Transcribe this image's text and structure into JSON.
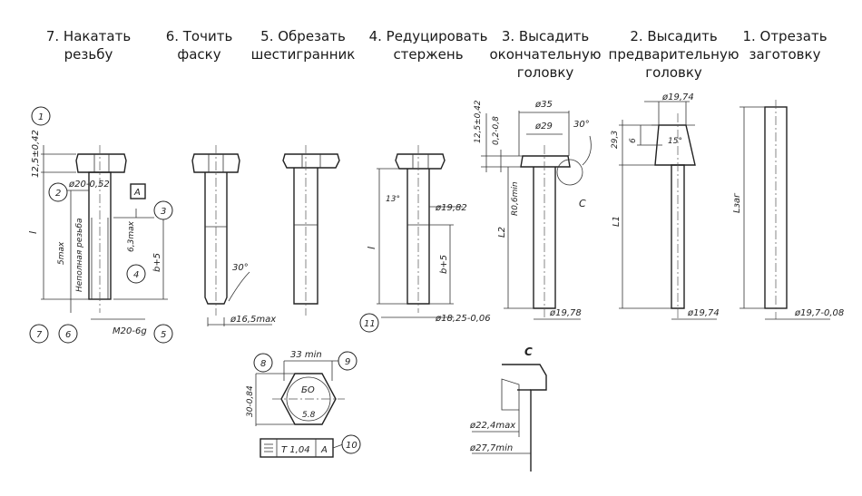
{
  "steps": [
    {
      "line1": "7. Накатать",
      "line2": "резьбу"
    },
    {
      "line1": "6. Точить",
      "line2": "фаску"
    },
    {
      "line1": "5. Обрезать",
      "line2": "шестигранник"
    },
    {
      "line1": "4. Редуцировать",
      "line2": "стержень"
    },
    {
      "line1": "3. Высадить",
      "line2": "окончательную",
      "line3": "головку"
    },
    {
      "line1": "2. Высадить",
      "line2": "предварительную",
      "line3": "головку"
    },
    {
      "line1": "1. Отрезать",
      "line2": "заготовку"
    }
  ],
  "dims": {
    "head_h": "12,5±0,42",
    "d20": "ø20-0,52",
    "datum_a": "A",
    "len_l": "l",
    "incomplete_thread": "Неполная резьба",
    "smax": "5max",
    "t63": "6,3max",
    "b5": "b+5",
    "thread": "M20-6g",
    "chamfer30": "30°",
    "d165": "ø16,5max",
    "ang13": "13°",
    "d1982": "ø19,82",
    "l4": "l",
    "b5_4": "b+5",
    "d1825": "ø18,25-0,06",
    "h3": "12,5±0,42",
    "h3b": "0,2-0,8",
    "d35": "ø35",
    "d29": "ø29",
    "ang30_3": "30°",
    "r06": "R0,6min",
    "view_c": "C",
    "l2": "L2",
    "d1978": "ø19,78",
    "d1974top": "ø19,74",
    "h293": "29,3",
    "h6": "6",
    "ang15": "15°",
    "l1": "L1",
    "d1974": "ø19,74",
    "lzag": "Lзаг",
    "d197": "ø19,7-0,08",
    "s33": "33 min",
    "s30": "30-0,84",
    "mark_bo": "БО",
    "mark_58": "5.8",
    "tol_t": "T 1,04",
    "tol_a": "A",
    "c_title": "C",
    "d224": "ø22,4max",
    "d277": "ø27,7min"
  },
  "callouts": [
    "1",
    "2",
    "3",
    "4",
    "5",
    "6",
    "7",
    "8",
    "9",
    "10",
    "11"
  ]
}
